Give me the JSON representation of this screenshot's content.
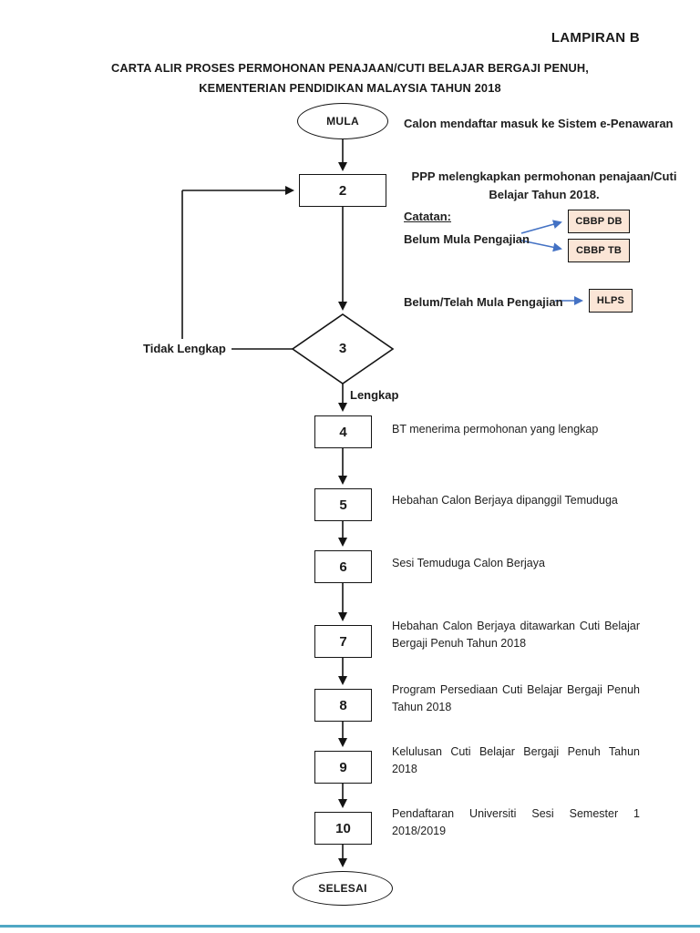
{
  "colors": {
    "accent_blue": "#4472C4",
    "tag_fill": "#FBE5D6",
    "line": "#141414",
    "footer_line": "#4FA7C4"
  },
  "header": {
    "lampiran": "LAMPIRAN B",
    "title_line1": "CARTA ALIR PROSES PERMOHONAN PENAJAAN/CUTI BELAJAR BERGAJI PENUH,",
    "title_line2": "KEMENTERIAN PENDIDIKAN MALAYSIA TAHUN 2018"
  },
  "nodes": {
    "start": "MULA",
    "step2": "2",
    "step3": "3",
    "step4": "4",
    "step5": "5",
    "step6": "6",
    "step7": "7",
    "step8": "8",
    "step9": "9",
    "step10": "10",
    "end": "SELESAI"
  },
  "branch_labels": {
    "tidak_lengkap": "Tidak Lengkap",
    "lengkap": "Lengkap"
  },
  "annotations": {
    "start_note": "Calon mendaftar masuk ke Sistem e-Penawaran",
    "step2_note": "PPP melengkapkan permohonan penajaan/Cuti Belajar Tahun 2018.",
    "catatan_heading": "Catatan:",
    "belum_mula": "Belum Mula Pengajian",
    "belum_telah_mula": "Belum/Telah Mula Pengajian",
    "step4_note": "BT menerima permohonan yang lengkap",
    "step5_note": "Hebahan Calon Berjaya dipanggil Temuduga",
    "step6_note": "Sesi Temuduga Calon Berjaya",
    "step7_note": "Hebahan Calon Berjaya ditawarkan Cuti Belajar Bergaji Penuh Tahun 2018",
    "step8_note": "Program Persediaan Cuti Belajar Bergaji Penuh Tahun 2018",
    "step9_note": "Kelulusan Cuti Belajar Bergaji Penuh Tahun 2018",
    "step10_note": "Pendaftaran Universiti Sesi Semester 1 2018/2019"
  },
  "tags": {
    "cbbp_db": "CBBP DB",
    "cbbp_tb": "CBBP TB",
    "hlps": "HLPS"
  }
}
